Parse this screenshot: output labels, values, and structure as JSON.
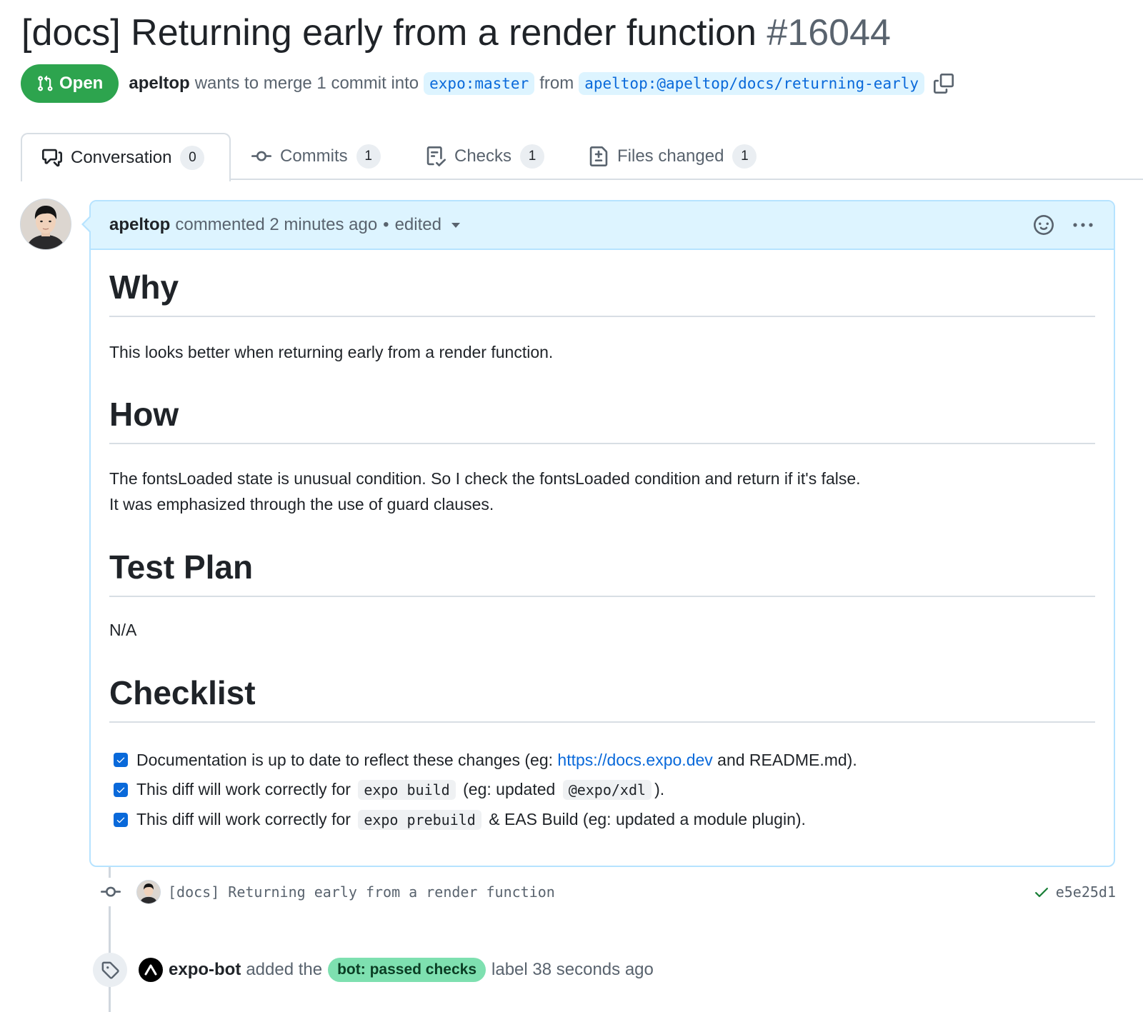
{
  "pr": {
    "title": "[docs] Returning early from a render function",
    "number": "#16044",
    "state": "Open",
    "author": "apeltop",
    "merge_text": "wants to merge 1 commit into",
    "base_branch": "expo:master",
    "from_text": "from",
    "head_branch": "apeltop:@apeltop/docs/returning-early"
  },
  "tabs": [
    {
      "label": "Conversation",
      "count": "0"
    },
    {
      "label": "Commits",
      "count": "1"
    },
    {
      "label": "Checks",
      "count": "1"
    },
    {
      "label": "Files changed",
      "count": "1"
    }
  ],
  "comment": {
    "author": "apeltop",
    "action": "commented 2 minutes ago",
    "dot": "•",
    "edited": "edited"
  },
  "body": {
    "why_heading": "Why",
    "why_text": "This looks better when returning early from a render function.",
    "how_heading": "How",
    "how_line1": "The fontsLoaded state is unusual condition. So I check the fontsLoaded condition and return if it's false.",
    "how_line2": "It was emphasized through the use of guard clauses.",
    "test_heading": "Test Plan",
    "test_text": "N/A",
    "checklist_heading": "Checklist",
    "tasks": [
      {
        "pre": "Documentation is up to date to reflect these changes (eg: ",
        "link": "https://docs.expo.dev",
        "post": " and README.md)."
      },
      {
        "pre": "This diff will work correctly for ",
        "code1": "expo build",
        "mid": " (eg: updated ",
        "code2": "@expo/xdl",
        "post": ")."
      },
      {
        "pre": "This diff will work correctly for ",
        "code1": "expo prebuild",
        "post": " & EAS Build (eg: updated a module plugin)."
      }
    ]
  },
  "timeline": {
    "commit_message": "[docs] Returning early from a render function",
    "commit_sha": "e5e25d1",
    "label_actor": "expo-bot",
    "label_pre": "added the",
    "label_name": "bot: passed checks",
    "label_post": "label 38 seconds ago"
  },
  "colors": {
    "open_green": "#2da44e",
    "link_blue": "#0969da",
    "comment_header_bg": "#ddf4ff",
    "label_green": "#7ee0b0"
  },
  "icons": [
    "git-pull-request-icon",
    "copy-icon",
    "comment-discussion-icon",
    "git-commit-icon",
    "checklist-icon",
    "file-diff-icon",
    "smiley-icon",
    "kebab-horizontal-icon",
    "check-icon",
    "tag-icon"
  ]
}
